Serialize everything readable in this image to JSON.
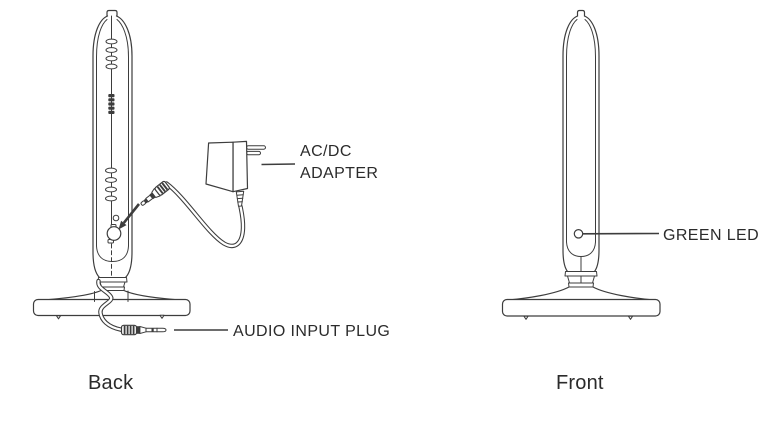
{
  "diagram": {
    "title_context": "speaker-tower-connection-diagram",
    "back_view": {
      "caption": "Back",
      "labels": {
        "adapter_line1": "AC/DC",
        "adapter_line2": "ADAPTER",
        "audio_plug": "AUDIO INPUT PLUG"
      }
    },
    "front_view": {
      "caption": "Front",
      "labels": {
        "green_led": "GREEN LED"
      }
    },
    "colors": {
      "line": "#3d3d3d",
      "text": "#2b2b2b",
      "background": "#ffffff"
    }
  }
}
